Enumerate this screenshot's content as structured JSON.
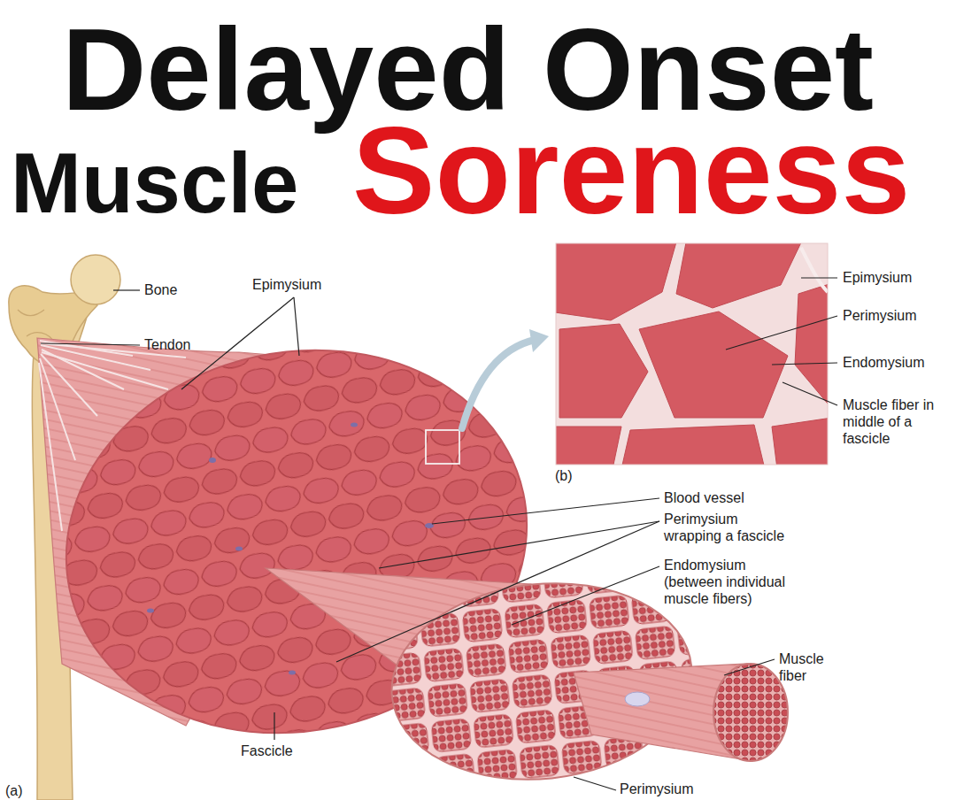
{
  "diagram": {
    "title": "Delayed Onset",
    "labels": [
      "Muscle",
      "Soreness",
      "Bone",
      "Epimysium",
      "Tendon",
      "Epimysium",
      "Perimysium",
      "Endomysium",
      "Muscle fiber in middle of a fascicle",
      "(b)",
      "Blood vessel",
      "Perimysium wrapping a fascicle",
      "Endomysium (between individual muscle fibers)",
      "Muscle fiber",
      "Fascicle",
      "Perimysium",
      "(a)"
    ]
  }
}
